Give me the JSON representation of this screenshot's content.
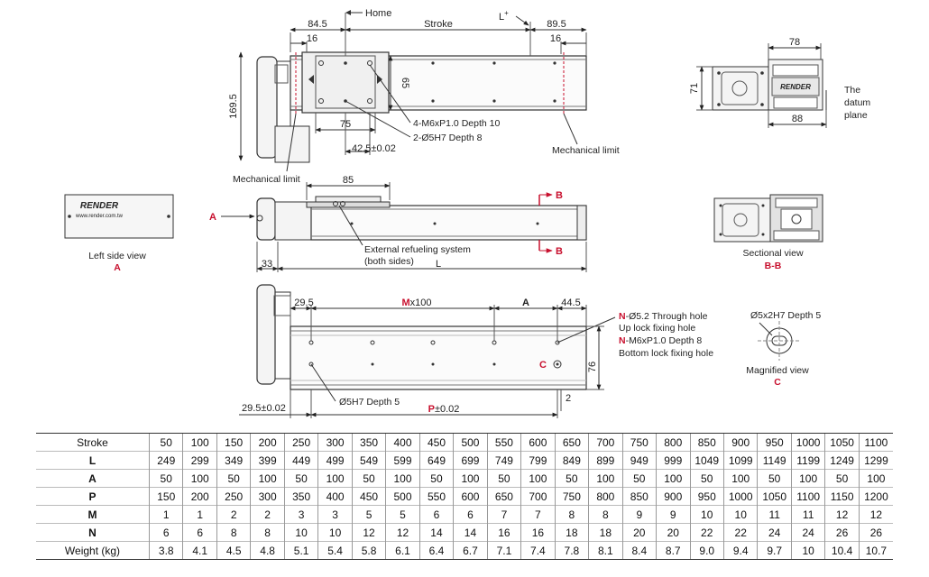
{
  "top_view": {
    "dim_84_5": "84.5",
    "home": "Home",
    "stroke": "Stroke",
    "l_plus": "L",
    "l_plus_sup": "+",
    "dim_89_5": "89.5",
    "dim_16_left": "16",
    "dim_16_right": "16",
    "dim_169_5": "169.5",
    "dim_65": "65",
    "dim_75": "75",
    "tap_note": "4-M6xP1.0 Depth 10",
    "pin_note": "2-Ø5H7 Depth 8",
    "dim_42_5": "42.5±0.02",
    "mech_limit_right": "Mechanical limit",
    "mech_limit_left": "Mechanical limit"
  },
  "end_view": {
    "dim_78": "78",
    "dim_71": "71",
    "dim_88": "88",
    "datum_1": "The",
    "datum_2": "datum",
    "datum_3": "plane",
    "logo": "RENDER"
  },
  "side_view": {
    "arrow_a": "A",
    "dim_85": "85",
    "section_b_top": "B",
    "section_b_bottom": "B",
    "refuel_1": "External refueling system",
    "refuel_2": "(both sides)",
    "dim_33": "33",
    "dim_l": "L"
  },
  "left_side_view": {
    "logo": "RENDER",
    "url": "www.render.com.tw",
    "label": "Left side view",
    "letter": "A"
  },
  "sectional_view": {
    "label": "Sectional view",
    "letter": "B-B"
  },
  "bottom_view": {
    "dim_29_5": "29.5",
    "m_prefix": "M",
    "m_suffix": "x100",
    "dim_a": "A",
    "dim_44_5": "44.5",
    "n_prefix_1": "N",
    "note_1": "-Ø5.2 Through hole",
    "note_2": "Up lock fixing hole",
    "n_prefix_2": "N",
    "note_3": "-M6xP1.0 Depth 8",
    "note_4": "Bottom lock fixing hole",
    "dim_76": "76",
    "c_marker": "C",
    "dim_2": "2",
    "pin_note": "Ø5H7 Depth 5",
    "dim_29_5_tol": "29.5±0.02",
    "p_prefix": "P",
    "p_suffix": "±0.02"
  },
  "magnified_view": {
    "note": "Ø5x2H7 Depth 5",
    "label": "Magnified view",
    "letter": "C"
  },
  "spec_table": {
    "rows": [
      {
        "label": "Stroke",
        "values": [
          "50",
          "100",
          "150",
          "200",
          "250",
          "300",
          "350",
          "400",
          "450",
          "500",
          "550",
          "600",
          "650",
          "700",
          "750",
          "800",
          "850",
          "900",
          "950",
          "1000",
          "1050",
          "1100"
        ]
      },
      {
        "label": "L",
        "values": [
          "249",
          "299",
          "349",
          "399",
          "449",
          "499",
          "549",
          "599",
          "649",
          "699",
          "749",
          "799",
          "849",
          "899",
          "949",
          "999",
          "1049",
          "1099",
          "1149",
          "1199",
          "1249",
          "1299"
        ]
      },
      {
        "label": "A",
        "values": [
          "50",
          "100",
          "50",
          "100",
          "50",
          "100",
          "50",
          "100",
          "50",
          "100",
          "50",
          "100",
          "50",
          "100",
          "50",
          "100",
          "50",
          "100",
          "50",
          "100",
          "50",
          "100"
        ]
      },
      {
        "label": "P",
        "values": [
          "150",
          "200",
          "250",
          "300",
          "350",
          "400",
          "450",
          "500",
          "550",
          "600",
          "650",
          "700",
          "750",
          "800",
          "850",
          "900",
          "950",
          "1000",
          "1050",
          "1100",
          "1150",
          "1200"
        ]
      },
      {
        "label": "M",
        "values": [
          "1",
          "1",
          "2",
          "2",
          "3",
          "3",
          "5",
          "5",
          "6",
          "6",
          "7",
          "7",
          "8",
          "8",
          "9",
          "9",
          "10",
          "10",
          "11",
          "11",
          "12",
          "12"
        ]
      },
      {
        "label": "N",
        "values": [
          "6",
          "6",
          "8",
          "8",
          "10",
          "10",
          "12",
          "12",
          "14",
          "14",
          "16",
          "16",
          "18",
          "18",
          "20",
          "20",
          "22",
          "22",
          "24",
          "24",
          "26",
          "26"
        ]
      },
      {
        "label": "Weight (kg)",
        "values": [
          "3.8",
          "4.1",
          "4.5",
          "4.8",
          "5.1",
          "5.4",
          "5.8",
          "6.1",
          "6.4",
          "6.7",
          "7.1",
          "7.4",
          "7.8",
          "8.1",
          "8.4",
          "8.7",
          "9.0",
          "9.4",
          "9.7",
          "10",
          "10.4",
          "10.7"
        ]
      }
    ]
  }
}
